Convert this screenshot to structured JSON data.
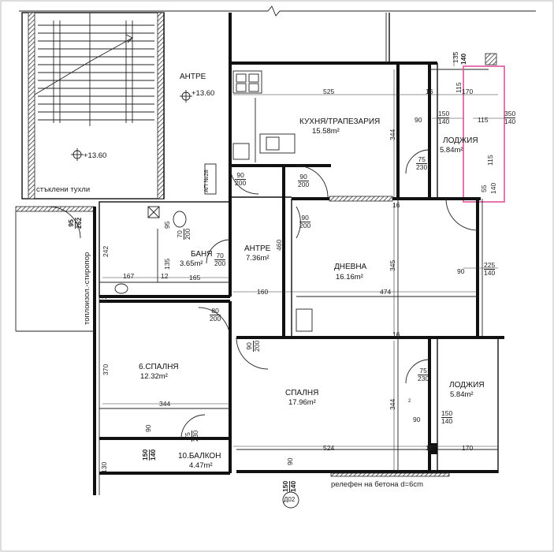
{
  "rooms": {
    "antre_top": {
      "label": "АНТРЕ",
      "level": "+13.60"
    },
    "stair_level": "+13.60",
    "kitchen": {
      "label": "КУХНЯ/ТРАПЕЗАРИЯ",
      "area": "15.58m²"
    },
    "loggia_top": {
      "label": "ЛОДЖИЯ",
      "area": "5.84m²"
    },
    "bath": {
      "label": "БАНЯ",
      "area": "3.65m²"
    },
    "antre_mid": {
      "label": "АНТРЕ",
      "area": "7.36m²"
    },
    "living": {
      "label": "ДНЕВНА",
      "area": "16.16m²"
    },
    "bedroom6": {
      "label": "6.СПАЛНЯ",
      "area": "12.32m²"
    },
    "bedroom": {
      "label": "СПАЛНЯ",
      "area": "17.96m²"
    },
    "loggia_bottom": {
      "label": "ЛОДЖИЯ",
      "area": "5.84m²"
    },
    "balcony": {
      "label": "10.БАЛКОН",
      "area": "4.47m²"
    }
  },
  "notes": {
    "glass_bricks": "стъклени тухли",
    "insulation": "топлоизол.-стиропор",
    "relief_concrete": "релефен на бетона d=6cm",
    "door_code": "АП №28",
    "marker": "Д02"
  },
  "dims": {
    "d525": "525",
    "d170a": "170",
    "d115a": "115",
    "d135": "135",
    "d140a": "140",
    "d16a": "16",
    "d344a": "344",
    "d150_140a_top": "150",
    "d150_140a_bot": "140",
    "d90a": "90",
    "d75a_top": "75",
    "d75a_bot": "230",
    "d350_top": "350",
    "d350_bot": "140",
    "d115b": "115",
    "d115c": "115",
    "d55": "55",
    "d140b": "140",
    "d90_200a_top": "90",
    "d90_200a_bot": "200",
    "d90_200b_top": "90",
    "d90_200b_bot": "200",
    "d90_200c_top": "90",
    "d90_200c_bot": "200",
    "d95_262_top": "95",
    "d95_262_bot": "262",
    "d242": "242",
    "d95b": "95",
    "d70_200a_top": "70",
    "d70_200a_bot": "200",
    "d135b": "135",
    "d70_200b_top": "70",
    "d70_200b_bot": "200",
    "d460": "460",
    "d167": "167",
    "d12a": "12",
    "d165": "165",
    "d12b": "12",
    "d160": "160",
    "d474": "474",
    "d345": "345",
    "d225_top": "225",
    "d225_bot": "140",
    "d90b": "90",
    "d80_200_top": "80",
    "d80_200_bot": "200",
    "d90_200d_top": "90",
    "d90_200d_bot": "200",
    "d16b": "16",
    "d75b_top": "75",
    "d75b_bot": "230",
    "d370": "370",
    "d344b": "344",
    "d344c": "344",
    "d2": "2",
    "d150_140b_top": "150",
    "d150_140b_bot": "140",
    "d90c": "90",
    "d90d": "90",
    "d75c_top": "75",
    "d75c_bot": "230",
    "d524": "524",
    "d16c": "16",
    "d170b": "170",
    "d150_140c_top": "150",
    "d150_140c_bot": "140",
    "d130": "130",
    "d90e": "90",
    "d150_140d_top": "150",
    "d150_140d_bot": "140",
    "d16d": "16"
  }
}
